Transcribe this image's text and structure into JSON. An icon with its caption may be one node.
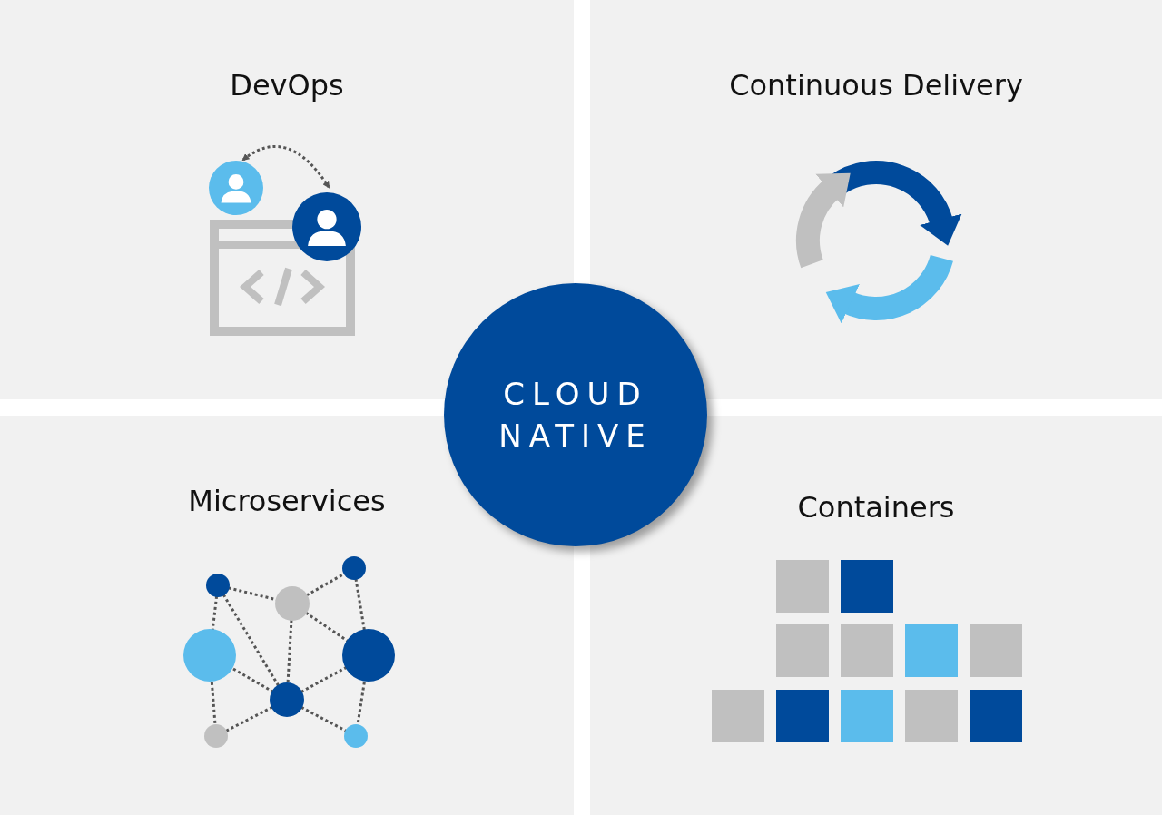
{
  "diagram": {
    "nodes": [
      {
        "text": [
          "DevOps"
        ]
      },
      {
        "text": [
          "Continuous Delivery"
        ]
      },
      {
        "text": [
          "CLOUD NATIVE"
        ]
      },
      {
        "text": [
          "Microservices"
        ]
      },
      {
        "text": [
          "Containers"
        ]
      }
    ],
    "edges": []
  }
}
